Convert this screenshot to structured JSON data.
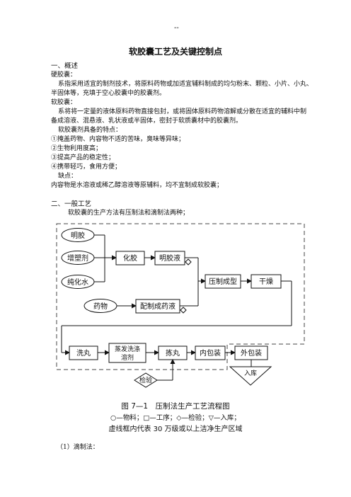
{
  "header_mark": "--",
  "title": "软胶囊工艺及关键控制点",
  "section1": {
    "heading": "一、概述",
    "lines": [
      "硬胶囊：",
      "系指采用适宜的制剂技术，将原料药物或加适宜辅料制成的均匀粉末、颗粒、小片、小丸、",
      "半固体等，充填于空心胶囊中的胶囊剂。",
      "软胶囊：",
      "系将将一定量的液体原料药物直接包封，或将固体原料药物溶解或分散在适宜的辅料中制",
      "备成溶液、混悬液、乳状液或半固体，密封于软质囊材中的胶囊剂。",
      "软胶囊剂具备的特点：",
      "①掩盖药物、内容物不适的苦味，臭味等异味；",
      "②生物利用度高；",
      "③提高产品的稳定性；",
      "④携带轻巧，食用方便；",
      "缺点：",
      "内容物是水溶液或稀乙醇溶液等原辅料，均不宜制成软胶囊；"
    ]
  },
  "section2": {
    "heading": "二、一般工艺",
    "intro": "软胶囊的生产方法有压制法和滴制法两种；"
  },
  "flow": {
    "materials": [
      "明胶",
      "增塑剂",
      "纯化水",
      "药物"
    ],
    "steps": [
      "化胶",
      "明胶液",
      "压制成型",
      "干燥",
      "配制成药液",
      "洗丸",
      "蒸发洗涤",
      "溶剂",
      "拣丸",
      "内包装",
      "外包装"
    ],
    "inspection": "检验",
    "storage": "入库"
  },
  "caption": {
    "figure": "图 7—1　压制法生产工艺流程图",
    "legend": "○—物料；□—工序；◇—检验；▽—入库；",
    "note": "虚线框内代表 30 万级或以上洁净生产区域"
  },
  "footer_line": "（1）滴制法："
}
